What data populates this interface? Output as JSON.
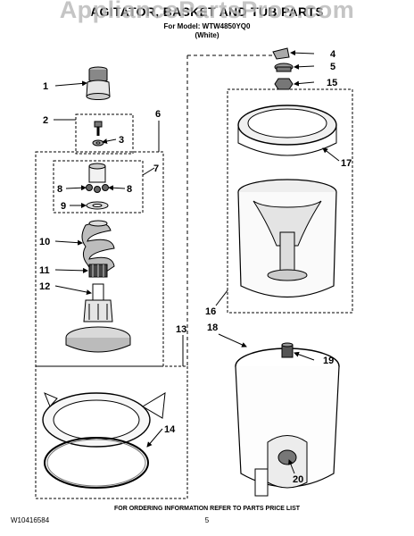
{
  "header": {
    "watermark": "AppliancePartsPros.com",
    "title": "AGITATOR, BASKET AND TUB PARTS",
    "model_line": "For Model: WTW4850YQ0",
    "color_line": "(White)"
  },
  "callouts": [
    "1",
    "2",
    "3",
    "4",
    "5",
    "6",
    "7",
    "8",
    "8",
    "9",
    "10",
    "11",
    "12",
    "13",
    "14",
    "15",
    "16",
    "17",
    "18",
    "19",
    "20"
  ],
  "footer": {
    "ordering_note": "FOR ORDERING INFORMATION REFER TO PARTS PRICE LIST",
    "doc_number": "W10416584",
    "page_number": "5"
  },
  "colors": {
    "ink": "#000000",
    "shade": "#d8d8d8",
    "dark_shade": "#555555",
    "watermark": "#969696"
  }
}
